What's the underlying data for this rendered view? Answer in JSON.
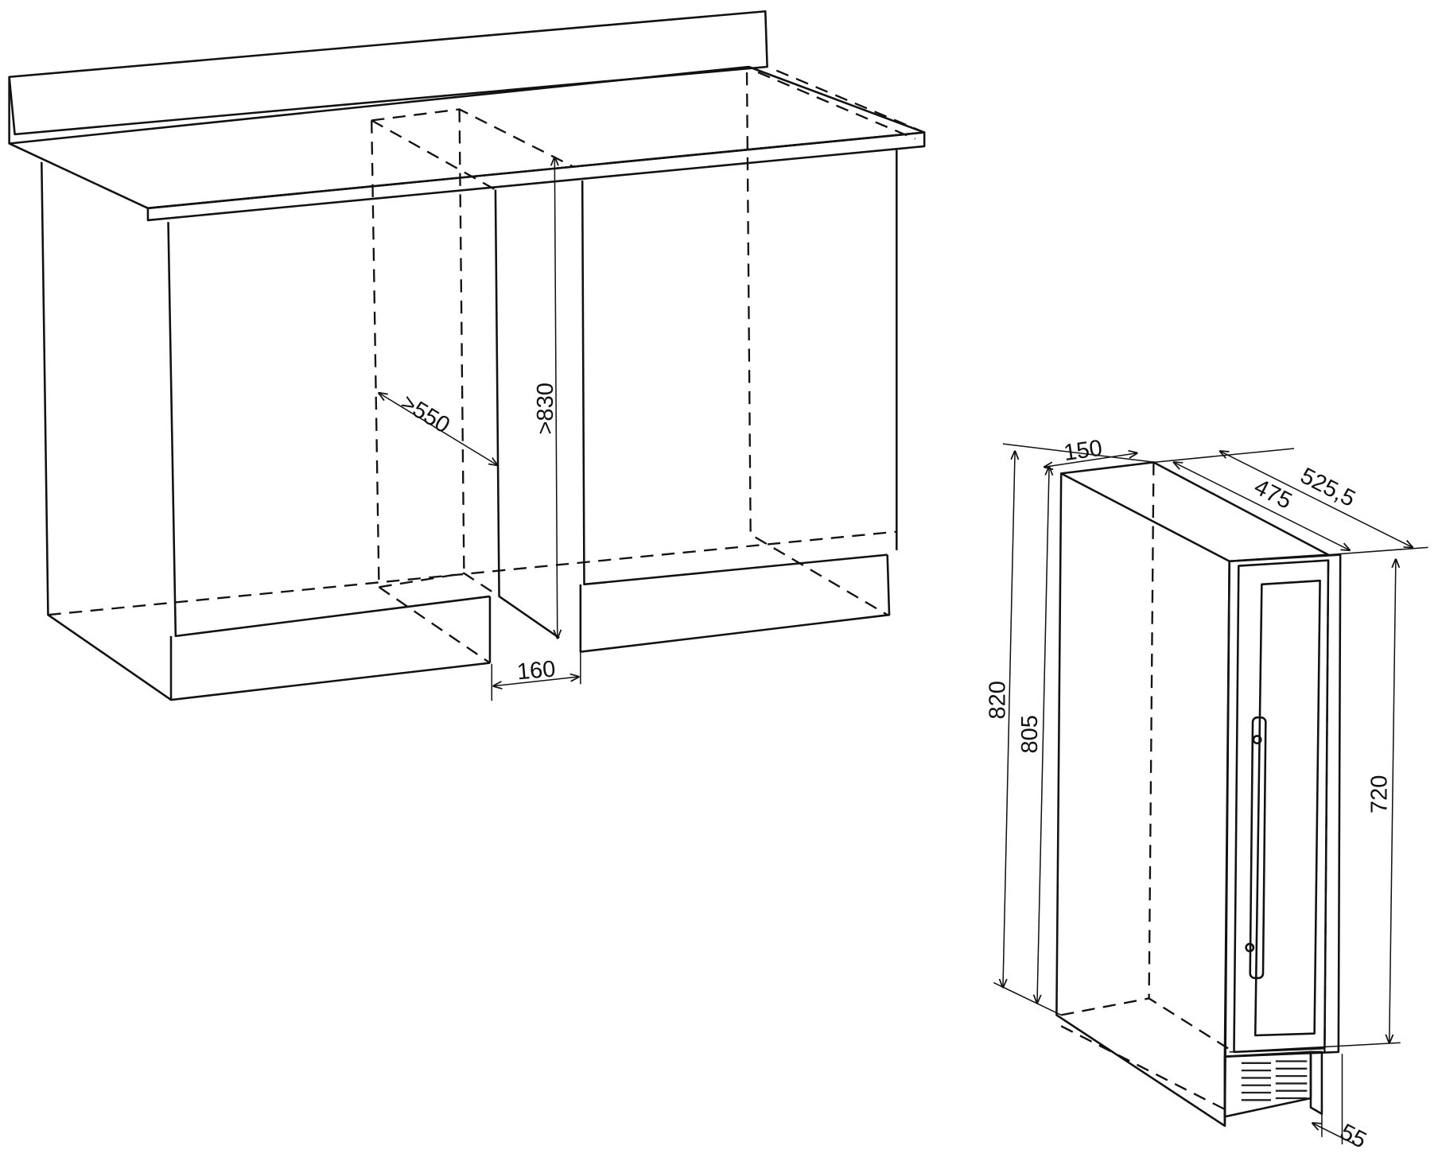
{
  "colors": {
    "body": "#dcdcdc",
    "frame": "#a9a9a9",
    "glass": "#c9d9f2",
    "line": "#111111"
  },
  "cabinet_dimensions": {
    "depth": ">550",
    "height": ">830",
    "width": "160"
  },
  "appliance_dimensions": {
    "width": "150",
    "depth_body": "475",
    "depth_total": "525,5",
    "height_total": "820",
    "height_body": "805",
    "door_height": "720",
    "plinth_offset": "55"
  }
}
